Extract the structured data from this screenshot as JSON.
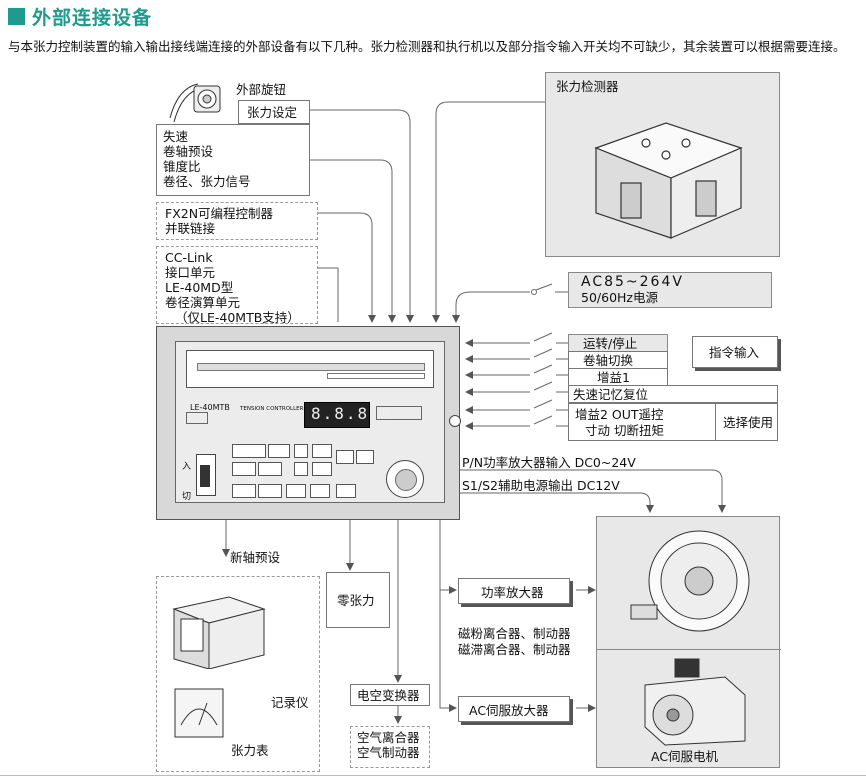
{
  "header": {
    "title": "外部连接设备",
    "intro": "与本张力控制装置的输入输出接线端连接的外部设备有以下几种。张力检测器和执行机以及部分指令输入开关均不可缺少，其余装置可以根据需要连接。"
  },
  "inputs": {
    "external_knob": "外部旋钮",
    "tension_setting": "张力设定",
    "signals": [
      "失速",
      "卷轴预设",
      "锥度比",
      "卷径、张力信号"
    ],
    "plc": [
      "FX2N可编程控制器",
      "并联链接"
    ],
    "cclink": [
      "CC-Link",
      "接口单元",
      "LE-40MD型",
      "卷径演算单元",
      "（仅LE-40MTB支持）"
    ]
  },
  "sensor": {
    "label": "张力检测器"
  },
  "power": {
    "line1": "AC85~264V",
    "line2": "50/60Hz电源"
  },
  "commands": {
    "items": [
      "运转/停止",
      "卷轴切换",
      "增益1",
      "失速记忆复位"
    ],
    "group_label": "指令输入",
    "optional_line1": "增益2  OUT遥控",
    "optional_line2": "寸动  切断扭矩",
    "optional_label": "选择使用"
  },
  "controller": {
    "model": "LE-40MTB",
    "brand": "TENSION CONTROLLER",
    "display": "8.8.8.8",
    "label_enter": "入",
    "label_off": "切"
  },
  "outputs": {
    "pn_input": "P/N功率放大器输入 DC0~24V",
    "s1s2_output": "S1/S2辅助电源输出 DC12V",
    "new_reel_preset": "新轴预设",
    "zero_tension": "零张力",
    "recorder": "记录仪",
    "tension_meter": "张力表",
    "ep_converter": "电空变换器",
    "air_devices": [
      "空气离合器",
      "空气制动器"
    ],
    "power_amp": "功率放大器",
    "clutch_text": [
      "磁粉离合器、制动器",
      "磁滞离合器、制动器"
    ],
    "ac_servo_amp": "AC伺服放大器",
    "ac_servo_motor": "AC伺服电机"
  }
}
